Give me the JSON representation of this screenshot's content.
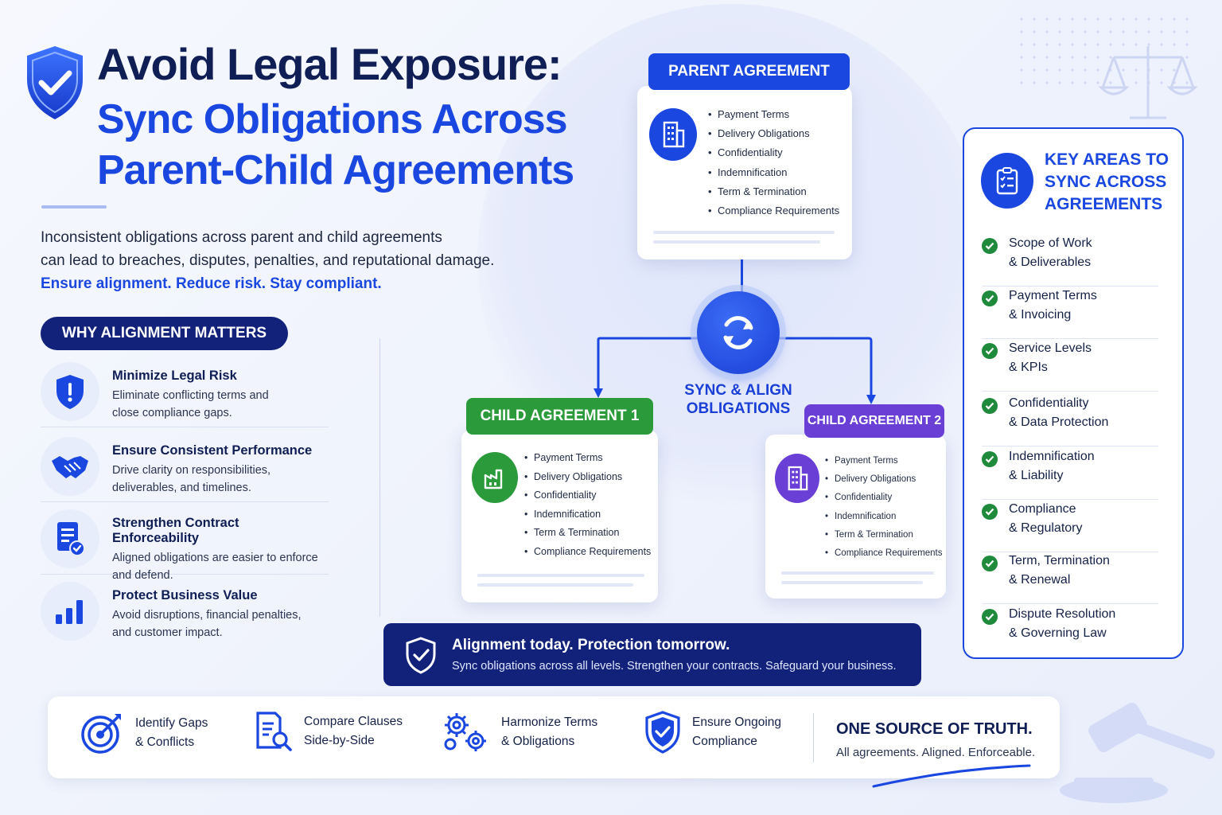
{
  "header": {
    "title_line1": "Avoid Legal Exposure:",
    "title_line2a": "Sync Obligations Across",
    "title_line2b": "Parent-Child Agreements"
  },
  "intro": {
    "line1": "Inconsistent obligations across parent and child agreements",
    "line2": "can lead to breaches, disputes, penalties, and reputational damage.",
    "line3": "Ensure alignment. Reduce risk. Stay compliant."
  },
  "why": {
    "heading": "WHY ALIGNMENT MATTERS",
    "items": [
      {
        "title": "Minimize Legal Risk",
        "desc1": "Eliminate conflicting terms and",
        "desc2": "close compliance gaps."
      },
      {
        "title": "Ensure Consistent Performance",
        "desc1": "Drive clarity on responsibilities,",
        "desc2": "deliverables, and timelines."
      },
      {
        "title": "Strengthen Contract Enforceability",
        "desc1": "Aligned obligations are easier to enforce",
        "desc2": "and defend."
      },
      {
        "title": "Protect Business Value",
        "desc1": "Avoid disruptions, financial penalties,",
        "desc2": "and customer impact."
      }
    ]
  },
  "diagram": {
    "parent": {
      "title": "PARENT AGREEMENT",
      "color": "#1a47e0",
      "items": [
        "Payment Terms",
        "Delivery Obligations",
        "Confidentiality",
        "Indemnification",
        "Term & Termination",
        "Compliance Requirements"
      ]
    },
    "child1": {
      "title": "CHILD AGREEMENT 1",
      "color": "#2a9a3a",
      "items": [
        "Payment Terms",
        "Delivery Obligations",
        "Confidentiality",
        "Indemnification",
        "Term & Termination",
        "Compliance Requirements"
      ]
    },
    "child2": {
      "title": "CHILD AGREEMENT 2",
      "color": "#6a3fd6",
      "items": [
        "Payment Terms",
        "Delivery Obligations",
        "Confidentiality",
        "Indemnification",
        "Term & Termination",
        "Compliance Requirements"
      ]
    },
    "sync_label1": "SYNC & ALIGN",
    "sync_label2": "OBLIGATIONS"
  },
  "key_areas": {
    "title1": "KEY AREAS TO",
    "title2": "SYNC ACROSS",
    "title3": "AGREEMENTS",
    "items": [
      {
        "a": "Scope of Work",
        "b": "& Deliverables"
      },
      {
        "a": "Payment Terms",
        "b": "& Invoicing"
      },
      {
        "a": "Service Levels",
        "b": "& KPIs"
      },
      {
        "a": "Confidentiality",
        "b": "& Data Protection"
      },
      {
        "a": "Indemnification",
        "b": "& Liability"
      },
      {
        "a": "Compliance",
        "b": "& Regulatory"
      },
      {
        "a": "Term, Termination",
        "b": "& Renewal"
      },
      {
        "a": "Dispute Resolution",
        "b": "& Governing Law"
      }
    ]
  },
  "banner": {
    "title": "Alignment today. Protection tomorrow.",
    "subtitle": "Sync obligations across all levels. Strengthen your contracts. Safeguard your business."
  },
  "steps": [
    {
      "a": "Identify Gaps",
      "b": "& Conflicts"
    },
    {
      "a": "Compare Clauses",
      "b": "Side-by-Side"
    },
    {
      "a": "Harmonize Terms",
      "b": "& Obligations"
    },
    {
      "a": "Ensure Ongoing",
      "b": "Compliance"
    }
  ],
  "truth": {
    "title": "ONE SOURCE OF TRUTH.",
    "subtitle": "All agreements. Aligned. Enforceable."
  },
  "colors": {
    "brand_blue": "#1a47e0",
    "navy": "#12227a",
    "green": "#2a9a3a",
    "purple": "#6a3fd6"
  }
}
